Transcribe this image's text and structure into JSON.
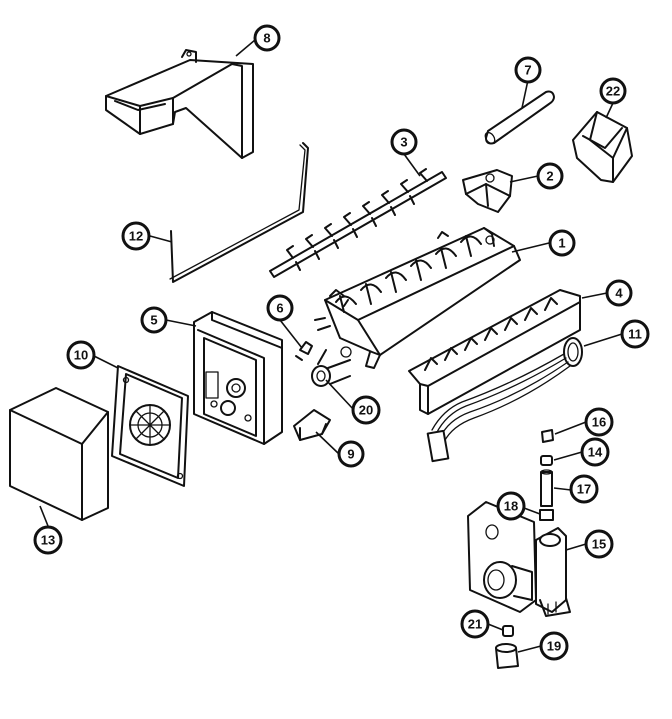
{
  "callouts": [
    {
      "id": "c8",
      "label": "8"
    },
    {
      "id": "c7",
      "label": "7"
    },
    {
      "id": "c22",
      "label": "22"
    },
    {
      "id": "c3",
      "label": "3"
    },
    {
      "id": "c2",
      "label": "2"
    },
    {
      "id": "c12",
      "label": "12"
    },
    {
      "id": "c1",
      "label": "1"
    },
    {
      "id": "c4",
      "label": "4"
    },
    {
      "id": "c5",
      "label": "5"
    },
    {
      "id": "c6",
      "label": "6"
    },
    {
      "id": "c11",
      "label": "11"
    },
    {
      "id": "c10",
      "label": "10"
    },
    {
      "id": "c20",
      "label": "20"
    },
    {
      "id": "c16",
      "label": "16"
    },
    {
      "id": "c14",
      "label": "14"
    },
    {
      "id": "c9",
      "label": "9"
    },
    {
      "id": "c17",
      "label": "17"
    },
    {
      "id": "c18",
      "label": "18"
    },
    {
      "id": "c15",
      "label": "15"
    },
    {
      "id": "c13",
      "label": "13"
    },
    {
      "id": "c21",
      "label": "21"
    },
    {
      "id": "c19",
      "label": "19"
    }
  ]
}
